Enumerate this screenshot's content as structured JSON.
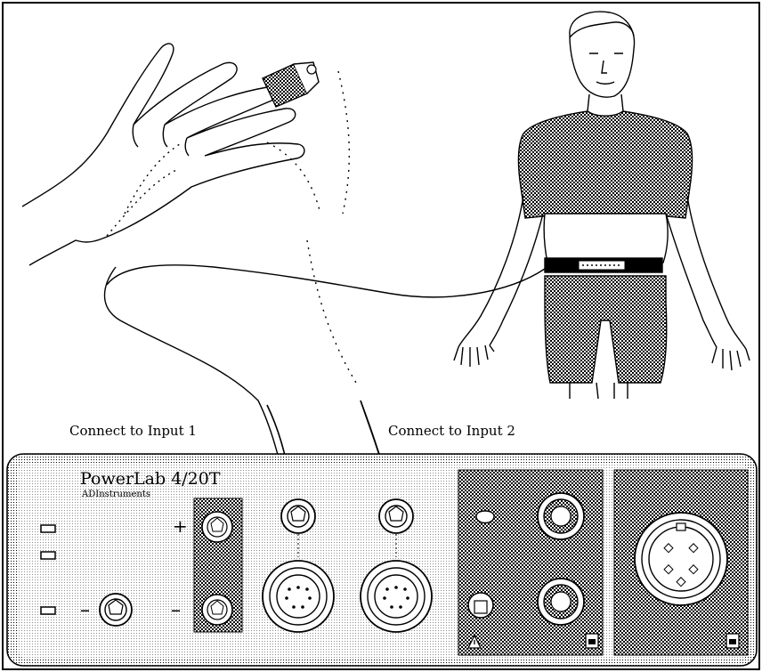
{
  "labels": {
    "connect_input_1": "Connect to Input 1",
    "connect_input_2": "Connect to Input 2"
  },
  "device": {
    "brand": "PowerLab 4/20T",
    "subtitle": "ADInstruments"
  },
  "ports": {
    "plus_sign": "+",
    "minus_sign": "–"
  },
  "colors": {
    "line": "#000000",
    "background": "#ffffff",
    "stipple": "#000000"
  },
  "icons": {
    "hand": "hand-with-finger-pulse-transducer",
    "person": "standing-person-with-respiratory-belt",
    "warning": "warning-triangle-icon",
    "socket": "socket-icon"
  }
}
